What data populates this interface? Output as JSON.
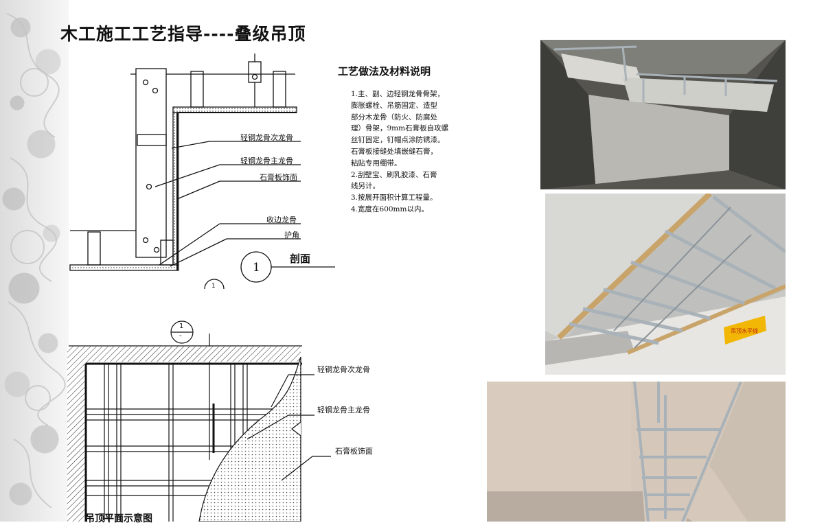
{
  "title": "木工施工工艺指导----叠级吊顶",
  "notes": {
    "heading": "工艺做法及材料说明",
    "lines": [
      "1.主、副、边轻钢龙骨骨架，",
      "膨胀螺栓、吊筋固定、造型",
      "部分木龙骨（防火、防腐处",
      "理）骨架，9mm石膏板自攻螺",
      "丝钉固定，钉帽点涂防锈漆。",
      "石膏板接缝处填嵌缝石膏，",
      "粘贴专用绷带。",
      "2.刮壁宝、刷乳胶漆、石膏",
      "线另计。",
      "3.按展开面积计算工程量。",
      "4.宽度在600mm以内。"
    ]
  },
  "section": {
    "labels": {
      "secondary_keel": "轻钢龙骨次龙骨",
      "main_keel": "轻钢龙骨主龙骨",
      "gypsum_finish": "石膏板饰面",
      "edge_keel": "收边龙骨",
      "corner_guard": "护角"
    },
    "circle_number": "1",
    "section_name": "剖面",
    "ref_marker": "1"
  },
  "plan": {
    "labels": {
      "secondary_keel": "轻钢龙骨次龙骨",
      "main_keel": "轻钢龙骨主龙骨",
      "gypsum_finish": "石膏板饰面"
    },
    "ref_top": "1",
    "ref_bottom": "-",
    "title": "吊顶平面示意图"
  },
  "colors": {
    "accent_wood": "#c9a46a",
    "steel": "#a9b2b8",
    "warning_sign": "#f2b705"
  }
}
